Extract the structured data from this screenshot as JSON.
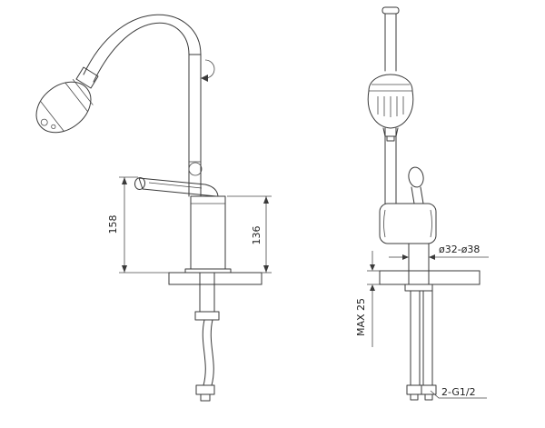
{
  "drawing": {
    "colors": {
      "background": "#ffffff",
      "line": "#3a3a3a"
    },
    "dimensions": {
      "total_height": "158",
      "spout_height": "136",
      "hole_diameter": "ø32-ø38",
      "max_deck_thickness": "MAX 25",
      "inlet_thread": "2-G1/2"
    }
  }
}
